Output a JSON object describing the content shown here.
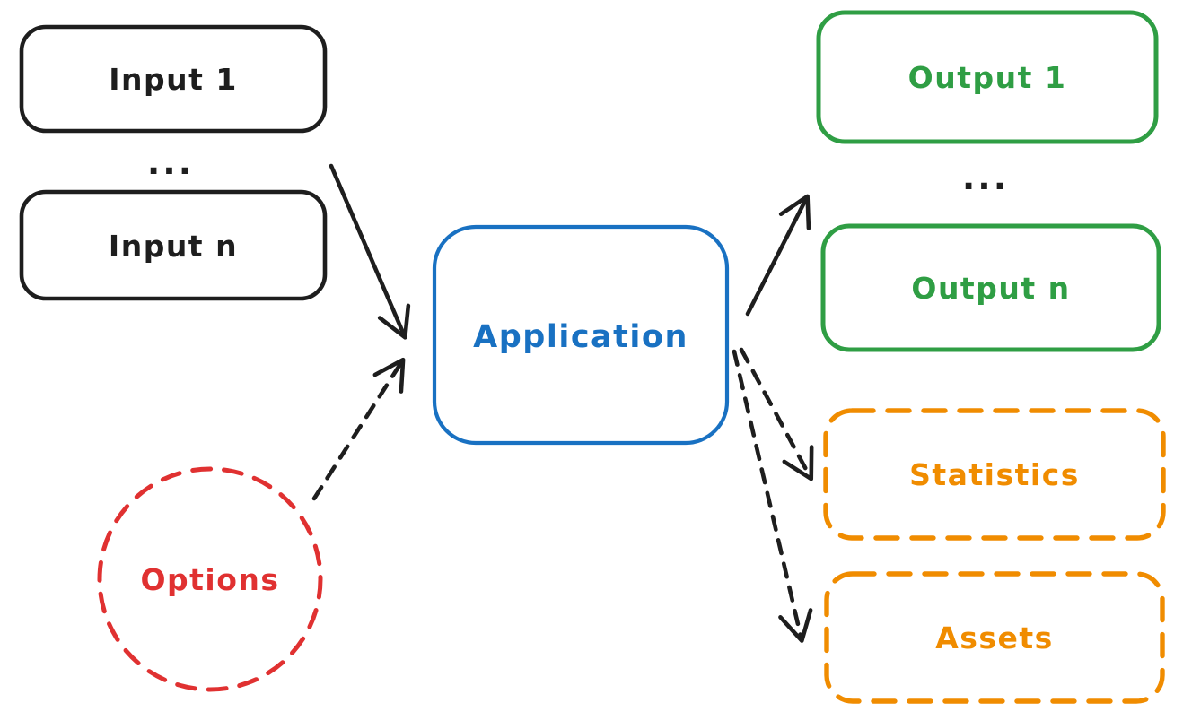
{
  "colors": {
    "black": "#1e1e1e",
    "blue": "#1971c2",
    "green": "#2f9e44",
    "orange": "#f08c00",
    "red": "#e03131",
    "background": "#ffffff"
  },
  "diagram": {
    "nodes": {
      "input1": {
        "label": "Input 1",
        "shape": "rectangle",
        "style": "solid",
        "color": "#1e1e1e"
      },
      "input_ellipsis": {
        "label": "...",
        "shape": "text",
        "color": "#1e1e1e"
      },
      "input_n": {
        "label": "Input n",
        "shape": "rectangle",
        "style": "solid",
        "color": "#1e1e1e"
      },
      "application": {
        "label": "Application",
        "shape": "rectangle",
        "style": "solid",
        "color": "#1971c2"
      },
      "output1": {
        "label": "Output 1",
        "shape": "rectangle",
        "style": "solid",
        "color": "#2f9e44"
      },
      "output_ellipsis": {
        "label": "...",
        "shape": "text",
        "color": "#1e1e1e"
      },
      "output_n": {
        "label": "Output n",
        "shape": "rectangle",
        "style": "solid",
        "color": "#2f9e44"
      },
      "statistics": {
        "label": "Statistics",
        "shape": "rectangle",
        "style": "dashed",
        "color": "#f08c00"
      },
      "assets": {
        "label": "Assets",
        "shape": "rectangle",
        "style": "dashed",
        "color": "#f08c00"
      },
      "options": {
        "label": "Options",
        "shape": "circle",
        "style": "dashed",
        "color": "#e03131"
      }
    },
    "edges": [
      {
        "from": "inputs",
        "to": "application",
        "style": "solid"
      },
      {
        "from": "options",
        "to": "application",
        "style": "dashed"
      },
      {
        "from": "application",
        "to": "outputs",
        "style": "solid"
      },
      {
        "from": "application",
        "to": "statistics",
        "style": "dashed"
      },
      {
        "from": "application",
        "to": "assets",
        "style": "dashed"
      }
    ]
  }
}
